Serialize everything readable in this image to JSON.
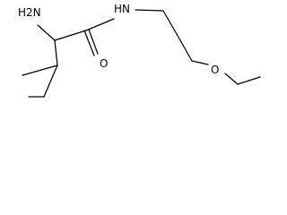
{
  "molecule": {
    "labels": {
      "amine": "H2N",
      "amide_nh": "HN",
      "carbonyl_oxygen": "O",
      "ether_oxygen": "O"
    },
    "colors": {
      "bond": "#000000",
      "text": "#000000",
      "background": "#ffffff"
    }
  }
}
